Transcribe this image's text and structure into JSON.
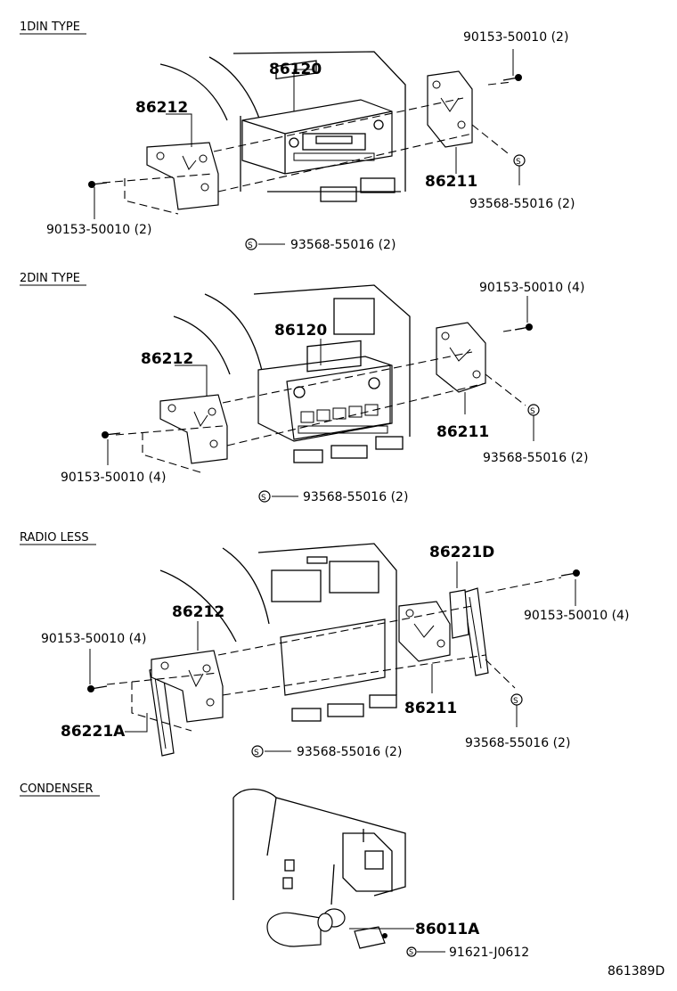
{
  "sections": [
    {
      "title": "1DIN TYPE",
      "labels": {
        "unit": "86120",
        "bracket_left": "86212",
        "bracket_right": "86211",
        "bolt_top": "90153-50010 (2)",
        "bolt_left": "90153-50010 (2)",
        "screw_right": "93568-55016 (2)",
        "screw_bottom": "93568-55016 (2)"
      }
    },
    {
      "title": "2DIN TYPE",
      "labels": {
        "unit": "86120",
        "bracket_left": "86212",
        "bracket_right": "86211",
        "bolt_top": "90153-50010 (4)",
        "bolt_left": "90153-50010 (4)",
        "screw_right": "93568-55016 (2)",
        "screw_bottom": "93568-55016 (2)"
      }
    },
    {
      "title": "RADIO LESS",
      "labels": {
        "cover_right": "86221D",
        "bracket_left": "86212",
        "bolt_right": "90153-50010 (4)",
        "bolt_left": "90153-50010 (4)",
        "cover_left": "86221A",
        "bracket_right": "86211",
        "screw_right": "93568-55016 (2)",
        "screw_bottom": "93568-55016 (2)"
      }
    },
    {
      "title": "CONDENSER",
      "labels": {
        "condenser": "86011A",
        "screw": "91621-J0612"
      }
    }
  ],
  "figure_code": "861389D",
  "screw_symbol": "S"
}
